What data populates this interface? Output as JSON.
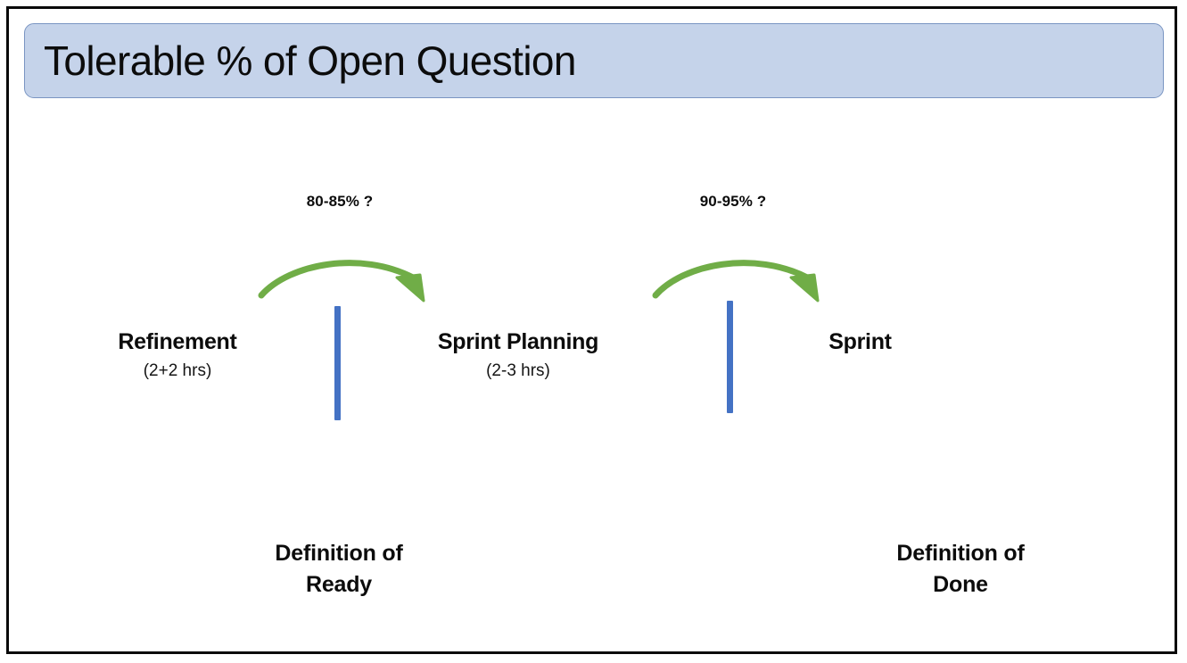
{
  "slide": {
    "title": "Tolerable % of Open Question",
    "colors": {
      "banner_fill": "#c5d3ea",
      "banner_border": "#7a95c2",
      "frame": "#0a0a0a",
      "gate_bar": "#4472c4",
      "arrow": "#70ad47",
      "text": "#0c0c0c"
    }
  },
  "stages": [
    {
      "name": "Refinement",
      "duration": "(2+2 hrs)"
    },
    {
      "name": "Sprint Planning",
      "duration": "(2-3 hrs)"
    },
    {
      "name": "Sprint",
      "duration": ""
    }
  ],
  "transitions": [
    {
      "label": "80-85% ?"
    },
    {
      "label": "90-95% ?"
    }
  ],
  "gates": [
    {
      "line1": "Definition of",
      "line2": "Ready"
    },
    {
      "line1": "Definition of",
      "line2": "Done"
    }
  ]
}
